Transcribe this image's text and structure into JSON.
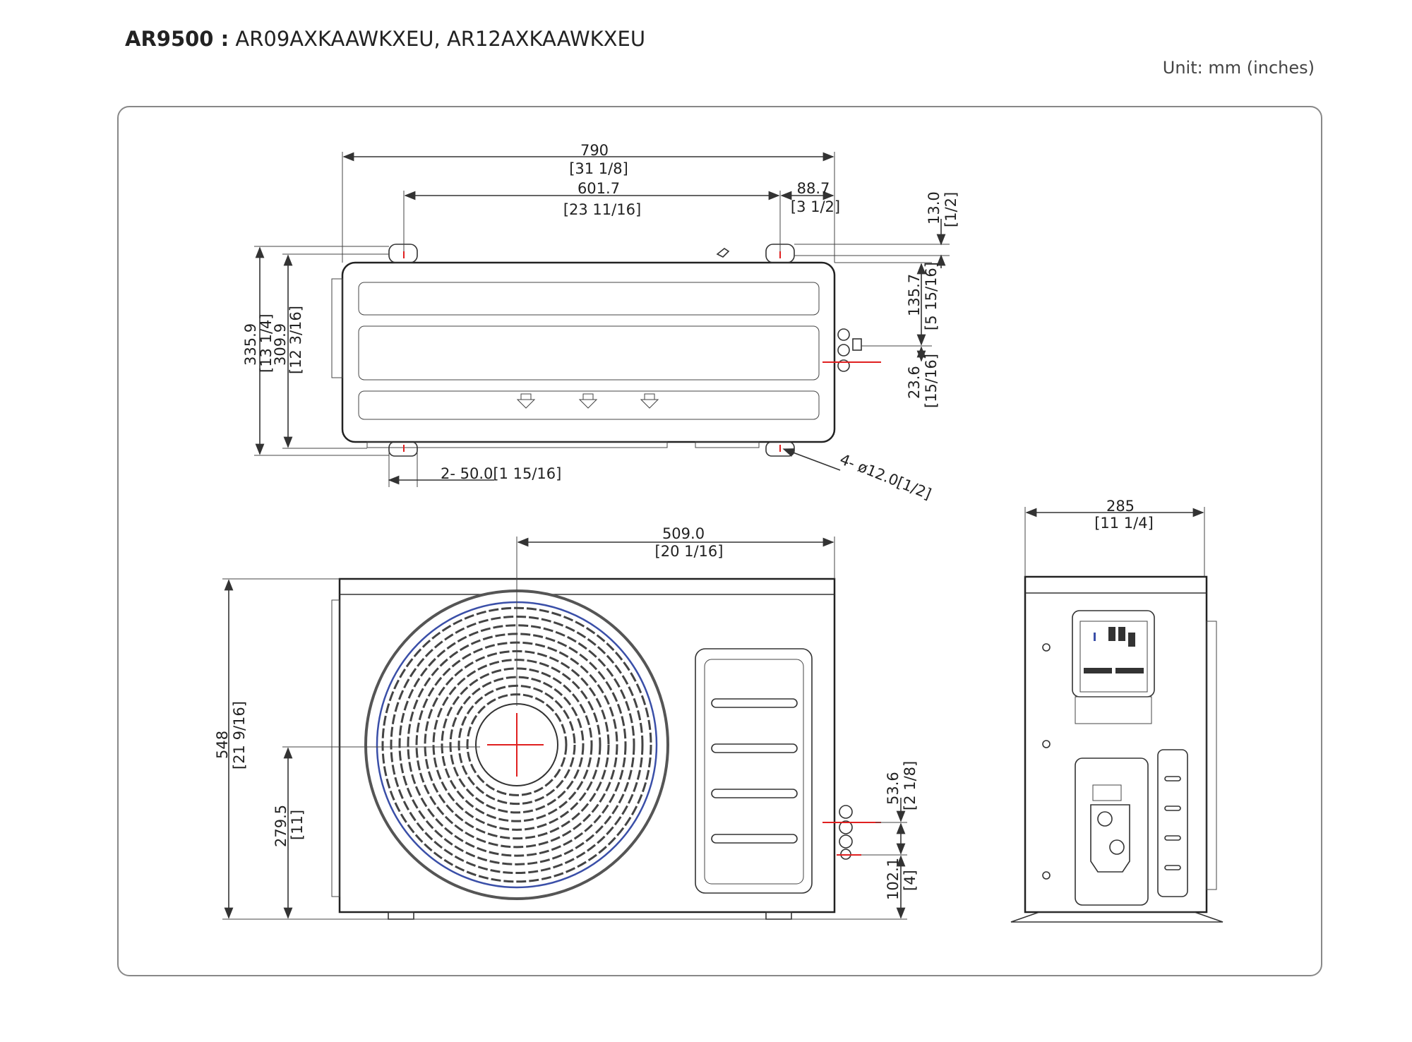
{
  "header": {
    "series": "AR9500 :",
    "models": " AR09AXKAAWKXEU, AR12AXKAAWKXEU",
    "unit": "Unit: mm (inches)"
  },
  "top_view": {
    "width": "790",
    "width_in": "[31 1/8]",
    "mount_span": "601.7",
    "mount_span_in": "[23 11/16]",
    "mount_offset": "88.7",
    "mount_offset_in": "[3 1/2]",
    "foot_offset": "13.0",
    "foot_offset_in": "[1/2]",
    "depth_total": "335.9",
    "depth_total_in": "[13 1/4]",
    "depth_body": "309.9",
    "depth_body_in": "[12 3/16]",
    "pipe_top": "135.7",
    "pipe_top_in": "[5 15/16]",
    "pipe_gap": "23.6",
    "pipe_gap_in": "[15/16]",
    "slot_width": "2- 50.0[1 15/16]",
    "holes": "4- ø12.0[1/2]"
  },
  "front_view": {
    "fan_offset": "509.0",
    "fan_offset_in": "[20 1/16]",
    "height": "548",
    "height_in": "[21 9/16]",
    "fan_center_height": "279.5",
    "fan_center_height_in": "[11]",
    "valve_gap": "53.6",
    "valve_gap_in": "[2 1/8]",
    "valve_height": "102.1",
    "valve_height_in": "[4]"
  },
  "side_view": {
    "depth": "285",
    "depth_in": "[11 1/4]"
  }
}
